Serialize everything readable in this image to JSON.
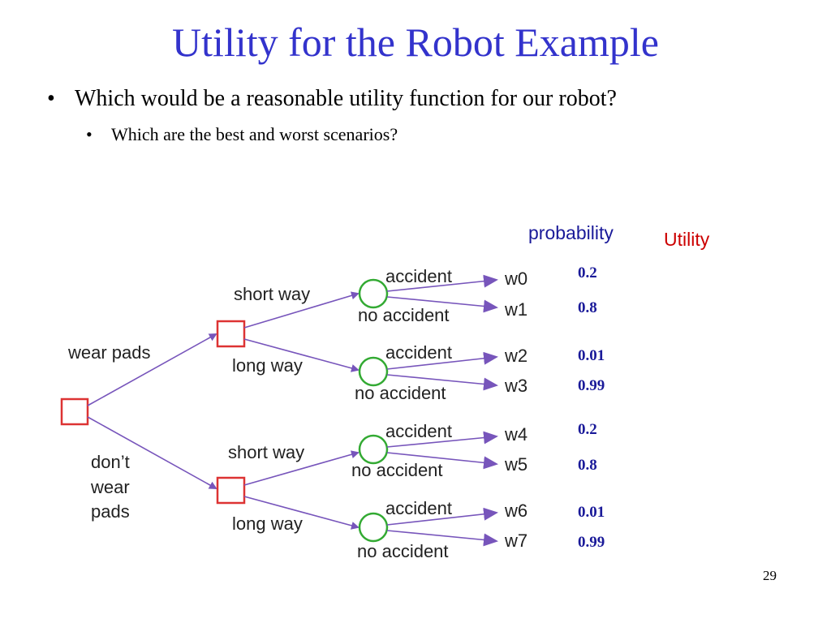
{
  "slide": {
    "title": "Utility for the Robot Example",
    "bullet_1": "Which would be a reasonable utility function for our robot?",
    "bullet_2": "Which are the best and worst scenarios?",
    "page_number": "29"
  },
  "columns": {
    "probability_header": "probability",
    "utility_header": "Utility"
  },
  "tree": {
    "root_branches": {
      "wear_pads": "wear pads",
      "dont_wear_pads": [
        "don’t",
        "wear",
        "pads"
      ]
    },
    "route_labels": {
      "short": "short way",
      "long": "long way"
    },
    "outcome_labels": {
      "accident": "accident",
      "no_accident": "no accident"
    },
    "outcomes": [
      {
        "world": "w0",
        "probability": "0.2"
      },
      {
        "world": "w1",
        "probability": "0.8"
      },
      {
        "world": "w2",
        "probability": "0.01"
      },
      {
        "world": "w3",
        "probability": "0.99"
      },
      {
        "world": "w4",
        "probability": "0.2"
      },
      {
        "world": "w5",
        "probability": "0.8"
      },
      {
        "world": "w6",
        "probability": "0.01"
      },
      {
        "world": "w7",
        "probability": "0.99"
      }
    ]
  },
  "colors": {
    "title": "#3333cc",
    "arrow": "#7755bb",
    "decision_node": "#dd3333",
    "chance_node": "#33aa33",
    "probability_text": "#1a1a99",
    "utility_header": "#cc0000"
  }
}
